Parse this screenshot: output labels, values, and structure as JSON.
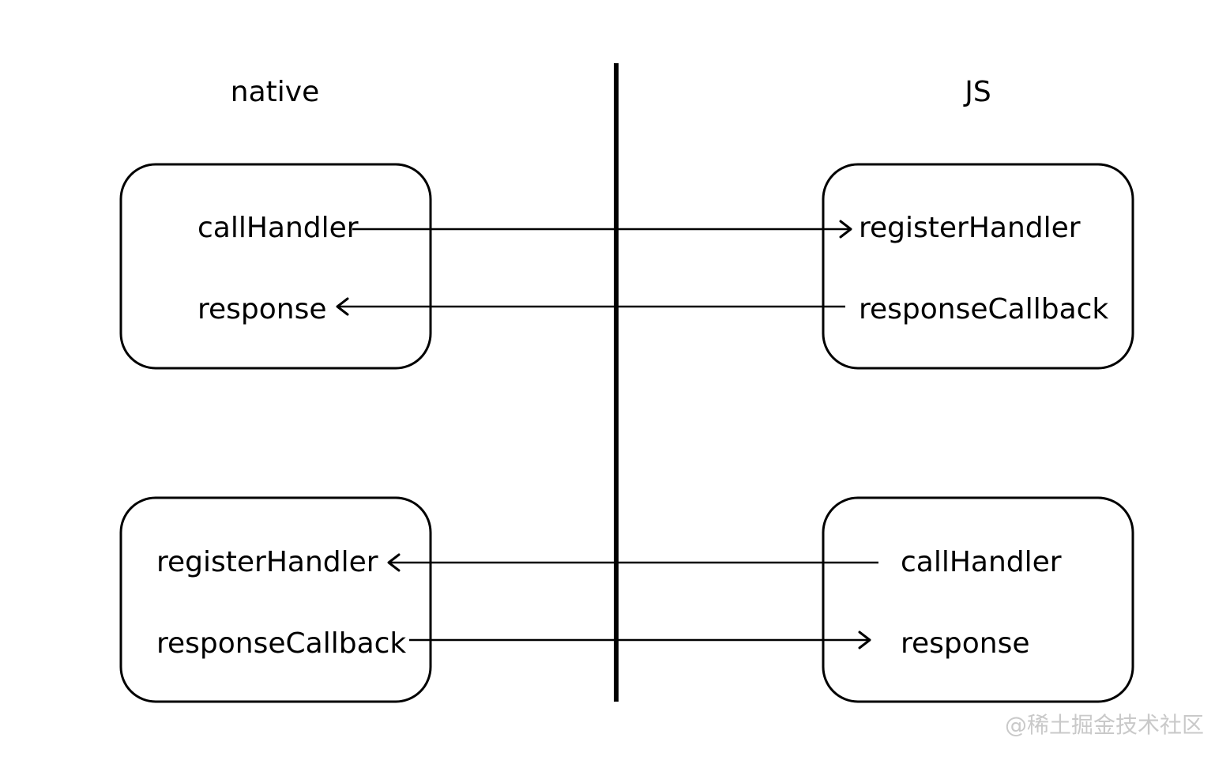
{
  "headers": {
    "native": "native",
    "js": "JS"
  },
  "top": {
    "native": {
      "call": "callHandler",
      "response": "response"
    },
    "js": {
      "register": "registerHandler",
      "response_callback": "responseCallback"
    }
  },
  "bottom": {
    "native": {
      "register": "registerHandler",
      "response_callback": "responseCallback"
    },
    "js": {
      "call": "callHandler",
      "response": "response"
    }
  },
  "watermark": "@稀土掘金技术社区"
}
